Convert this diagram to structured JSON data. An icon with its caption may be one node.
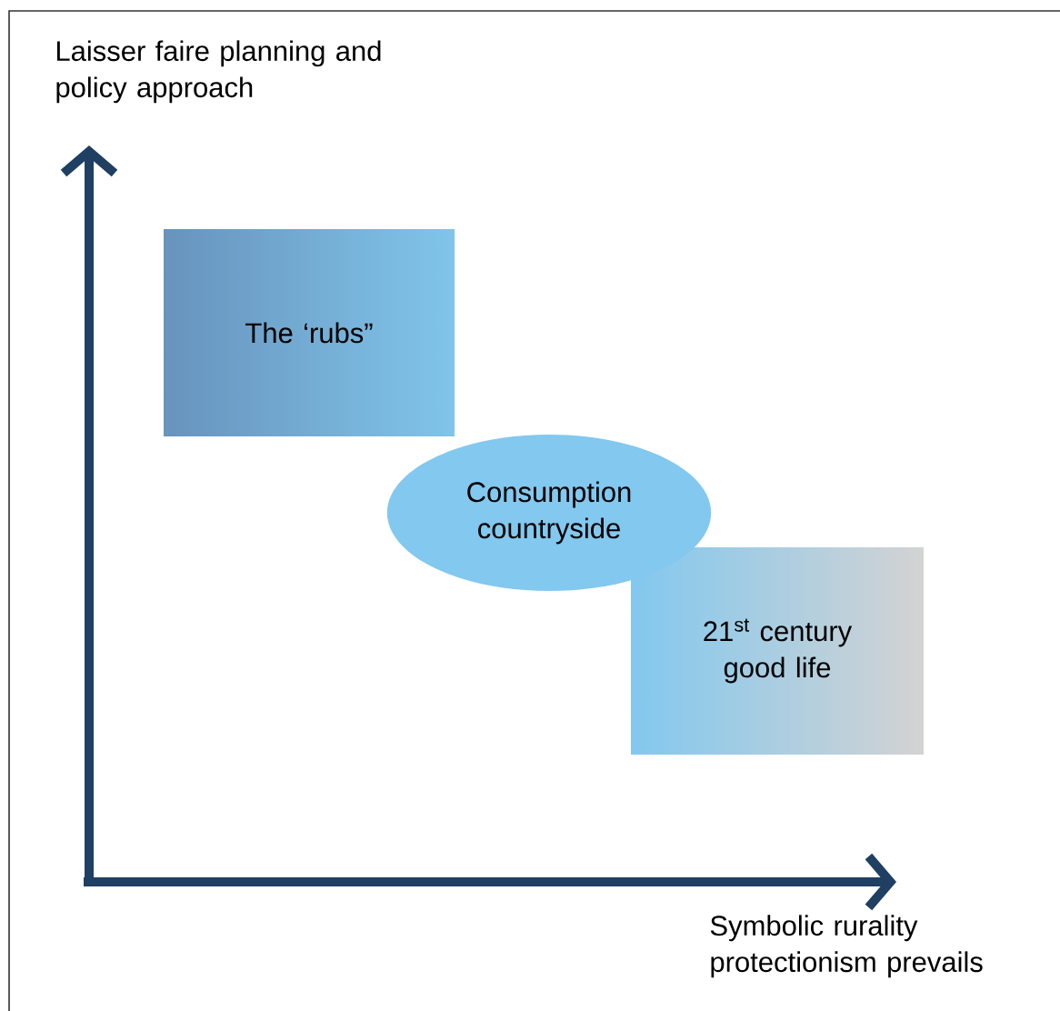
{
  "diagram": {
    "nodes": [
      {
        "text": [
          "The ‘rubs”"
        ]
      },
      {
        "text": [
          "Consumption countryside"
        ]
      },
      {
        "text": [
          "21$^{st}$ century good life"
        ]
      }
    ],
    "labels": [
      "Laisser faire planning and policy approach",
      "Symbolic rurality protectionism prevails"
    ]
  }
}
